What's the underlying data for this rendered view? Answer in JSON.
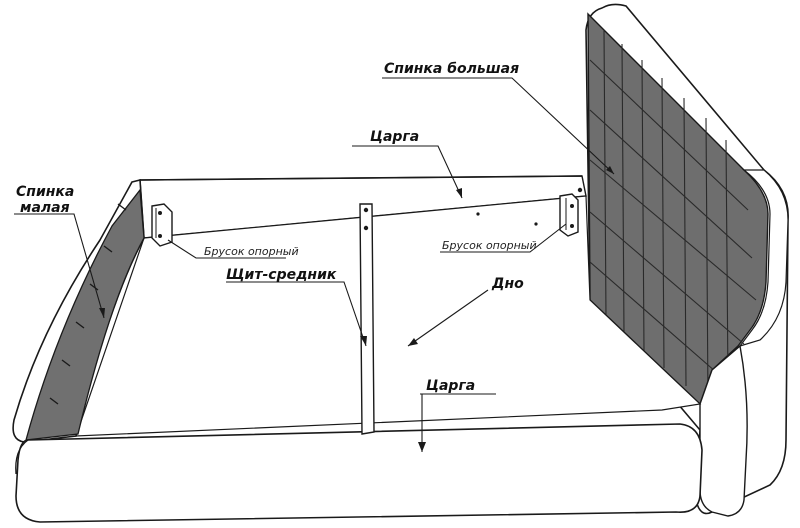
{
  "labels": {
    "headboard_large": "Спинка большая",
    "side_rail_top": "Царга",
    "headboard_small_line1": "Спинка",
    "headboard_small_line2": "малая",
    "support_bar_left": "Брусок опорный",
    "support_bar_right": "Брусок опорный",
    "middle_panel": "Щит-средник",
    "bottom": "Дно",
    "side_rail_front": "Царга"
  },
  "colors": {
    "line": "#1a1a1a",
    "upholstery_dark": "#6e6e6e",
    "upholstery_shade": "#8a8a8a",
    "panel_light": "#ffffff"
  }
}
